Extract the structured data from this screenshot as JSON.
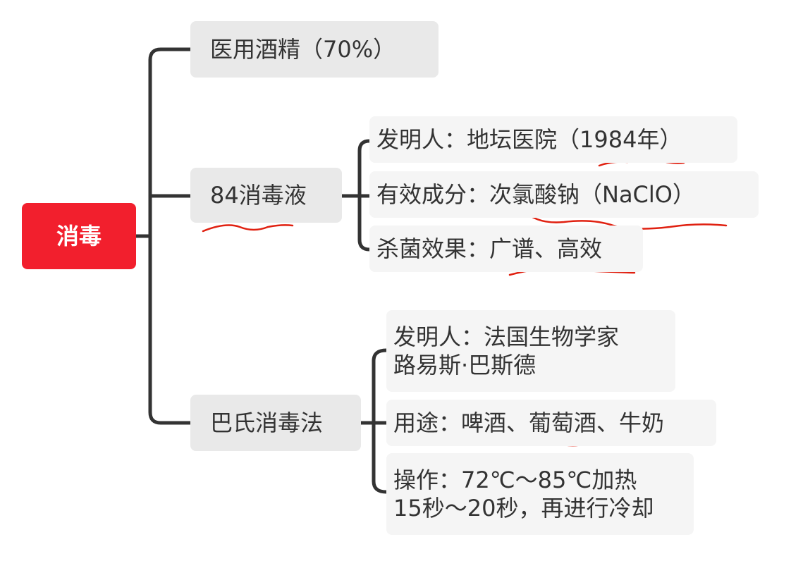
{
  "root": {
    "label": "消毒",
    "color": "#f21f2d"
  },
  "branches": [
    {
      "label": "医用酒精（70%）",
      "children": []
    },
    {
      "label": "84消毒液",
      "children": [
        {
          "label": "发明人：地坛医院（1984年）"
        },
        {
          "label": "有效成分：次氯酸钠（NaClO）"
        },
        {
          "label": "杀菌效果：广谱、高效"
        }
      ]
    },
    {
      "label": "巴氏消毒法",
      "children": [
        {
          "lines": [
            "发明人：法国生物学家",
            "路易斯·巴斯德"
          ]
        },
        {
          "label": "用途：啤酒、葡萄酒、牛奶"
        },
        {
          "lines": [
            "操作：72℃～85℃加热",
            "15秒～20秒，再进行冷却"
          ]
        }
      ]
    }
  ],
  "annotations": {
    "underline_color": "#e02010"
  }
}
